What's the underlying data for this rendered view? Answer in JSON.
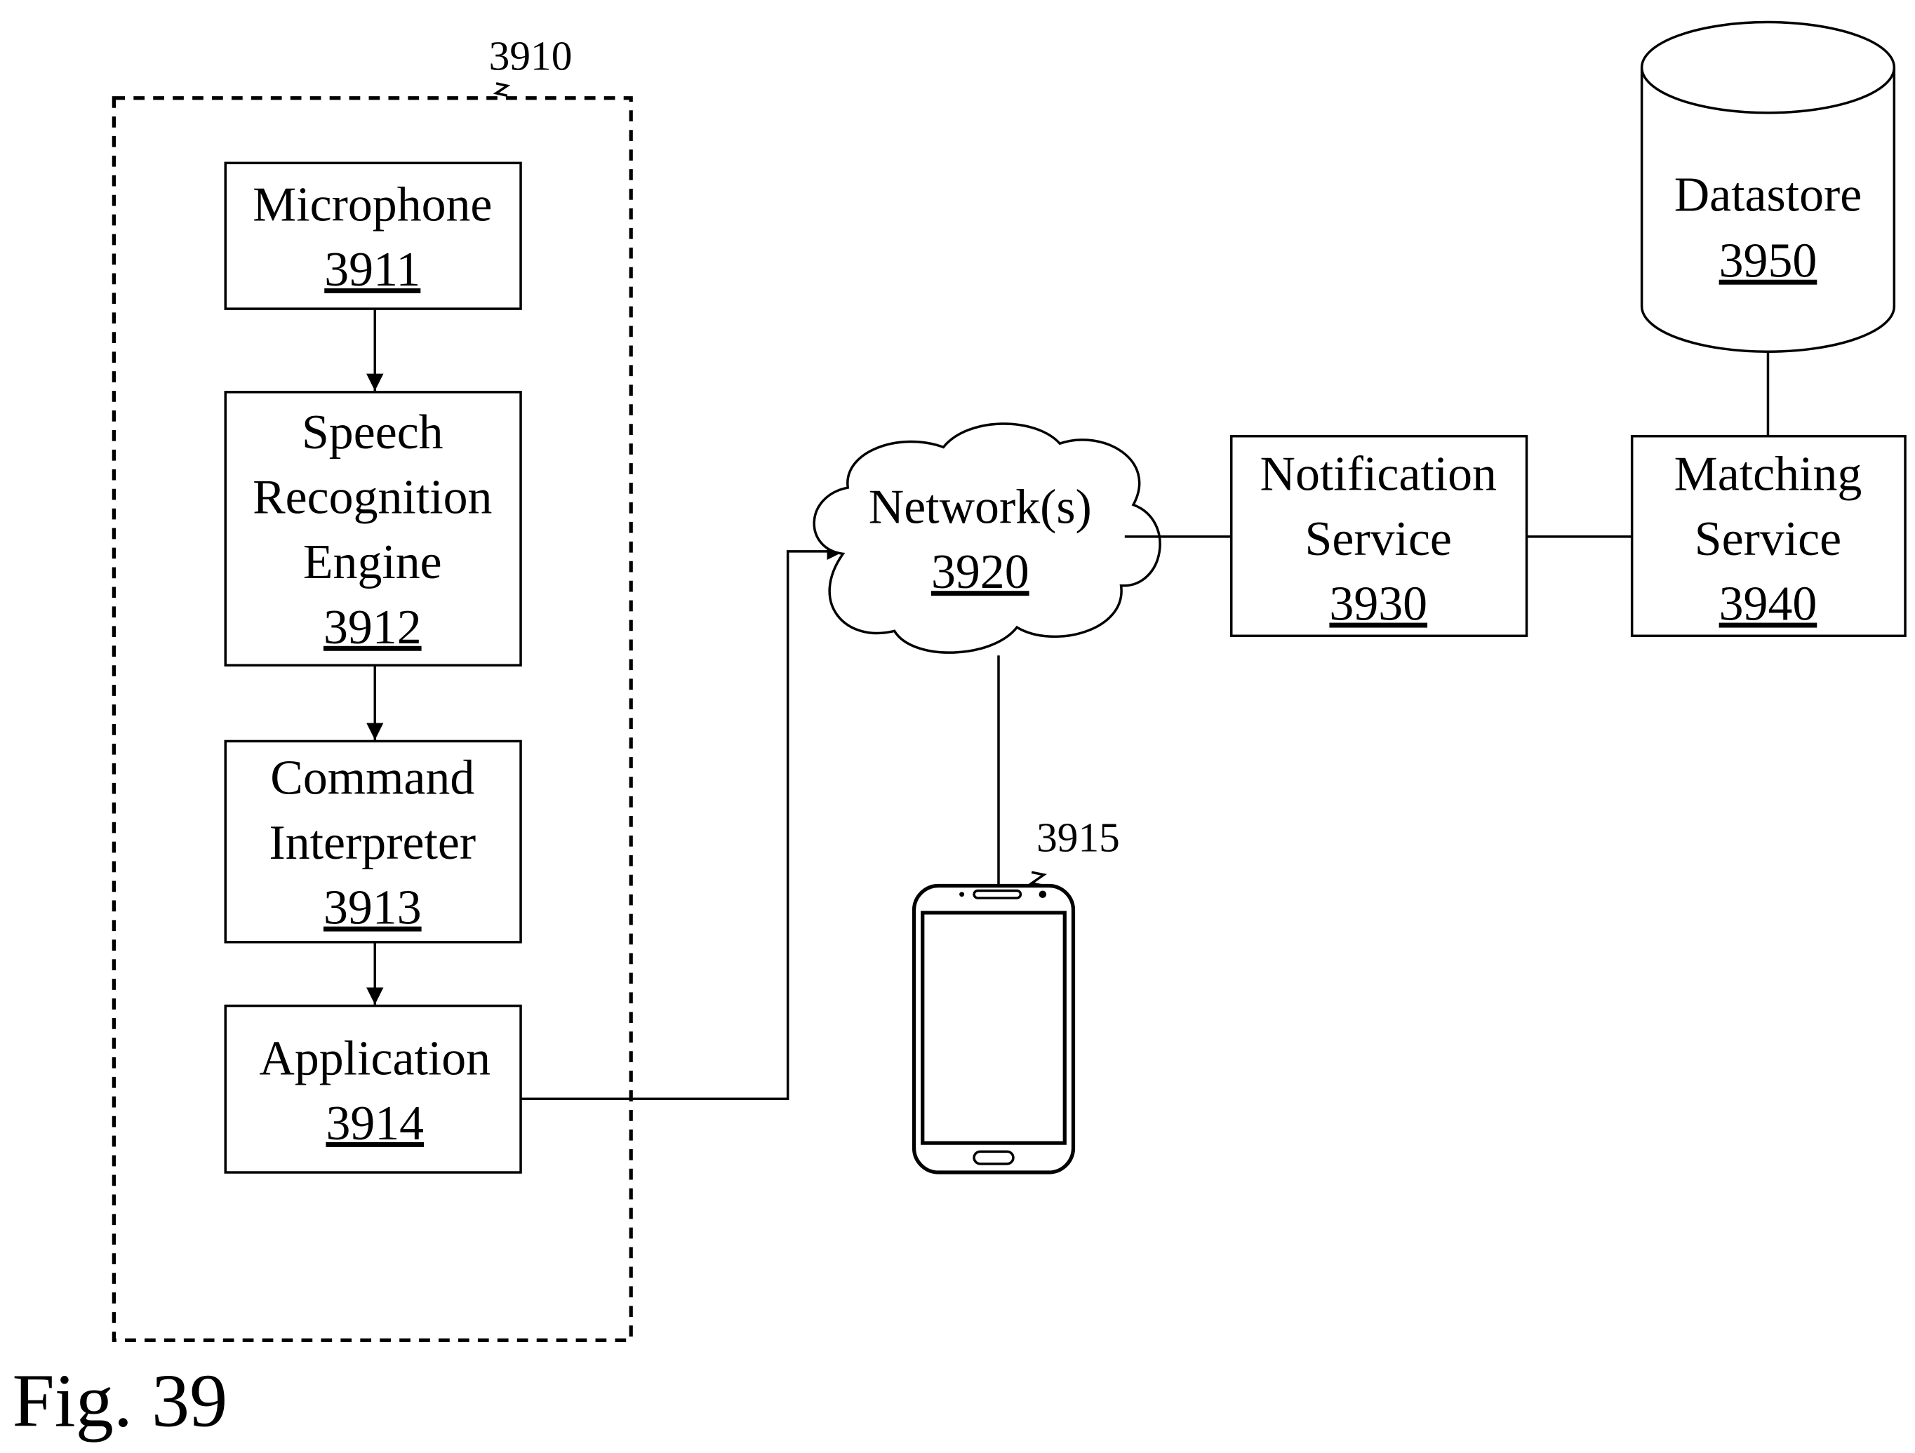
{
  "figure": {
    "label": "Fig. 39"
  },
  "device_group": {
    "ref": "3910"
  },
  "blocks": {
    "microphone": {
      "name": "Microphone",
      "ref": "3911"
    },
    "speech": {
      "line1": "Speech",
      "line2": "Recognition",
      "line3": "Engine",
      "ref": "3912"
    },
    "command": {
      "line1": "Command",
      "line2": "Interpreter",
      "ref": "3913"
    },
    "application": {
      "name": "Application",
      "ref": "3914"
    },
    "network": {
      "name": "Network(s)",
      "ref": "3920"
    },
    "notification": {
      "line1": "Notification",
      "line2": "Service",
      "ref": "3930"
    },
    "matching": {
      "line1": "Matching",
      "line2": "Service",
      "ref": "3940"
    },
    "datastore": {
      "name": "Datastore",
      "ref": "3950"
    },
    "phone": {
      "ref": "3915"
    }
  }
}
